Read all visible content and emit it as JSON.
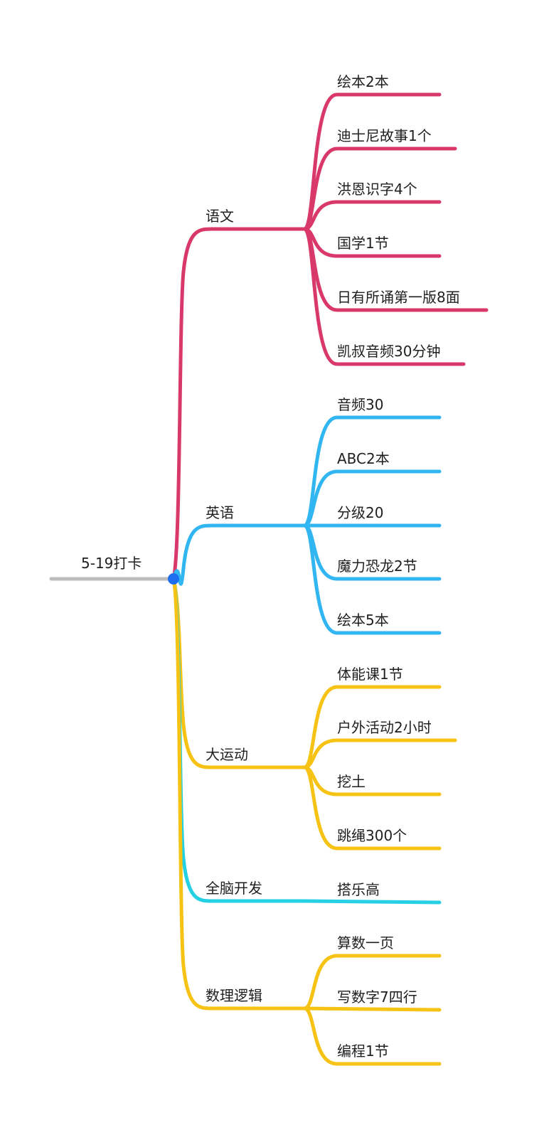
{
  "root": {
    "label": "5-19打卡",
    "line_color": "#bdbdbd",
    "dot_color": "#1e6ff0"
  },
  "branches": [
    {
      "label": "语文",
      "color": "#d9386b",
      "children": [
        "绘本2本",
        "迪士尼故事1个",
        "洪恩识字4个",
        "国学1节",
        "日有所诵第一版8面",
        "凯叔音频30分钟"
      ]
    },
    {
      "label": "英语",
      "color": "#31b6f2",
      "children": [
        "音频30",
        "ABC2本",
        "分级20",
        "魔力恐龙2节",
        "绘本5本"
      ]
    },
    {
      "label": "大运动",
      "color": "#f6c314",
      "children": [
        "体能课1节",
        "户外活动2小时",
        "挖土",
        "跳绳300个"
      ]
    },
    {
      "label": "全脑开发",
      "color": "#26d0e3",
      "children": [
        "搭乐高"
      ]
    },
    {
      "label": "数理逻辑",
      "color": "#f6c314",
      "children": [
        "算数一页",
        "写数字7四行",
        "编程1节"
      ]
    }
  ]
}
